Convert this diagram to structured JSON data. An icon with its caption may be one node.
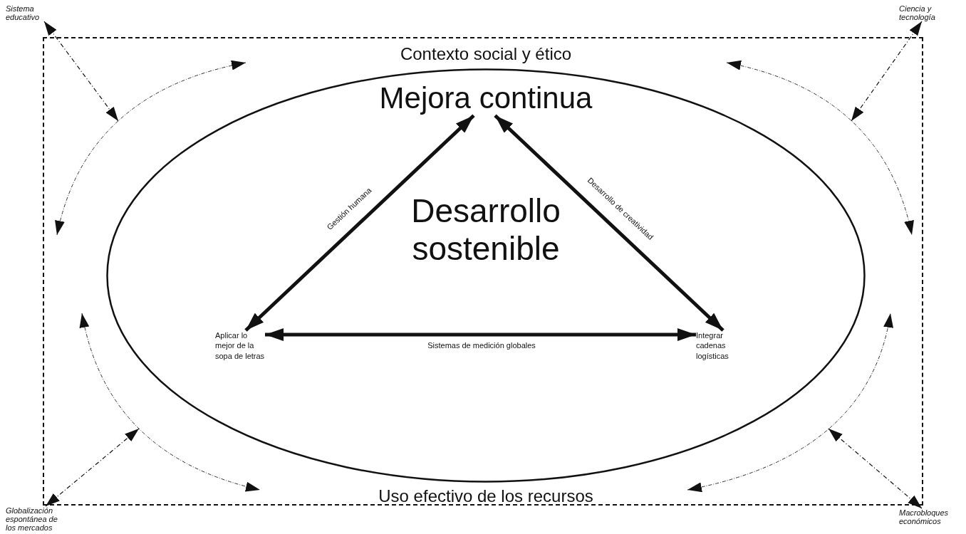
{
  "diagram": {
    "nodes": [
      {
        "text": [
          "Contexto social y ético",
          "Uso efectivo de los recursos"
        ]
      },
      {
        "text": [
          "Desarrollo sostenible"
        ],
        "in": 0
      },
      {
        "text": [
          "Mejora continua"
        ],
        "in": 1
      },
      {
        "text": [
          "Aplicar lo mejor de la sopa de letras"
        ],
        "in": 1
      },
      {
        "text": [
          "Integrar cadenas logísticas"
        ],
        "in": 1
      },
      {
        "text": [
          "Sistema educativo"
        ]
      },
      {
        "text": [
          "Ciencia y tecnología"
        ]
      },
      {
        "text": [
          "Globalización espontánea de los mercados"
        ]
      },
      {
        "text": [
          "Macrobloques económicos"
        ]
      }
    ],
    "edges": [
      {
        "from": 3,
        "to": 2,
        "arrow": "both",
        "label": "Gestión humana",
        "style": "thick"
      },
      {
        "from": 4,
        "to": 2,
        "arrow": "both",
        "label": "Desarrollo de creatividad",
        "style": "thick"
      },
      {
        "from": 3,
        "to": 4,
        "arrow": "both",
        "label": "Sistemas de medición globales",
        "style": "thick"
      },
      {
        "from": 5,
        "to": null,
        "arrow": "both",
        "style": "dashed"
      },
      {
        "from": 6,
        "to": null,
        "arrow": "both",
        "style": "dashed"
      },
      {
        "from": 7,
        "to": null,
        "arrow": "both",
        "style": "dashed"
      },
      {
        "from": 8,
        "to": null,
        "arrow": "both",
        "style": "dashed"
      }
    ]
  }
}
